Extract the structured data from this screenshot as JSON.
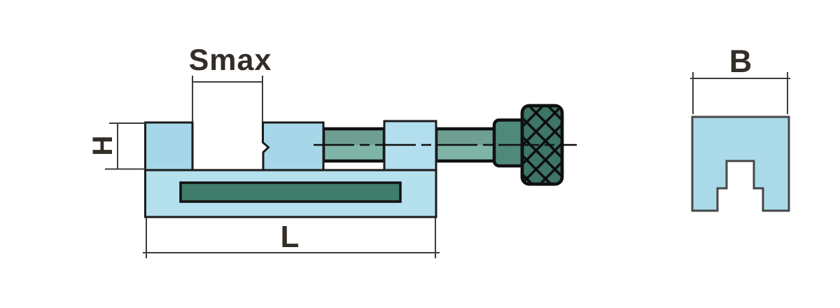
{
  "drawing": {
    "labels": {
      "max_opening": "Smax",
      "height": "H",
      "length": "L",
      "width": "B"
    },
    "colors": {
      "jaw_fill": "#a6d7e8",
      "bracket_fill": "#b2deee",
      "base_fill": "#b5e0ee",
      "end_view_fill": "#aadae9",
      "slot_fill": "#3f7c6b",
      "screw_fill": "#7fb5a8",
      "collar_fill": "#4f8979",
      "knob_fill": "#3d7567",
      "outline": "#1b1b1b",
      "dimension_line": "#3d3d3d",
      "label_text": "#332d28",
      "background": "#ffffff"
    }
  }
}
